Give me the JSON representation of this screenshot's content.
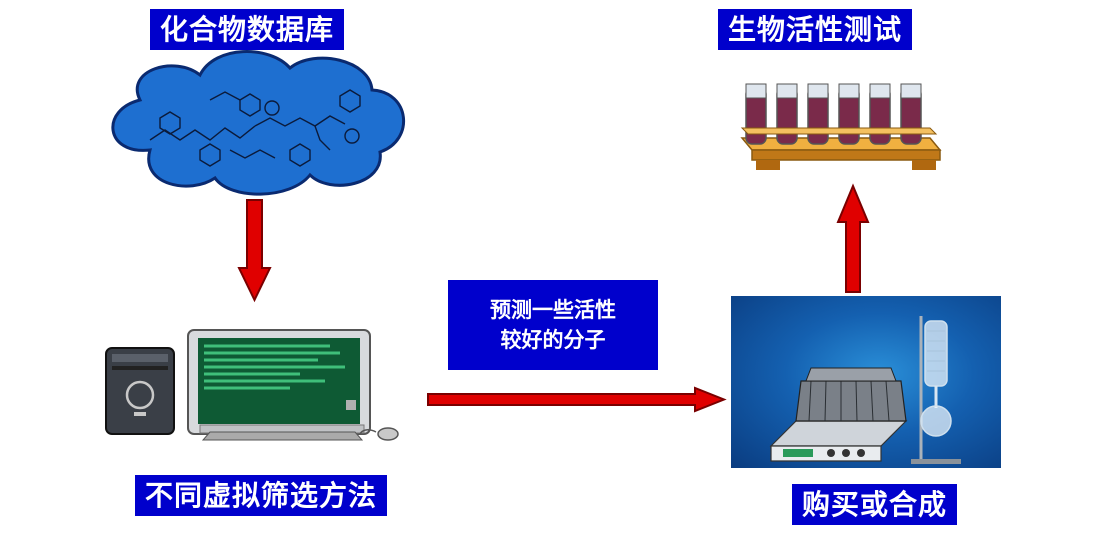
{
  "labels": {
    "compound_db": "化合物数据库",
    "bio_test": "生物活性测试",
    "virtual_screening": "不同虚拟筛选方法",
    "purchase_synthesis": "购买或合成",
    "predict_line1": "预测一些活性",
    "predict_line2": "较好的分子"
  },
  "colors": {
    "label_bg": "#0000cc",
    "label_text": "#ffffff",
    "arrow_fill": "#e00000",
    "arrow_outline": "#7a0000",
    "cloud_fill": "#1e6fd0",
    "monitor_screen": "#1a7a4a",
    "test_tube_liquid": "#7a2a4a",
    "tube_rack": "#e8a020"
  },
  "icons": {
    "cloud": "molecule-cloud-icon",
    "computer": "desktop-computer-icon",
    "tubes": "test-tube-rack-icon",
    "apparatus": "synthesis-apparatus-photo",
    "arrow": "arrow-icon"
  }
}
